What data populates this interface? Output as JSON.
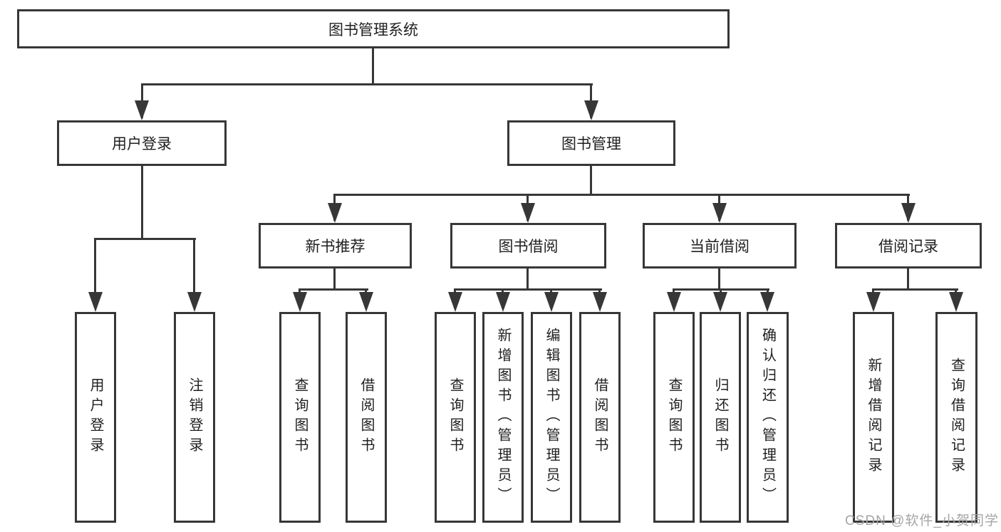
{
  "tree": {
    "root": "图书管理系统",
    "children": [
      {
        "label": "用户登录",
        "children": [
          {
            "label": "用户登录"
          },
          {
            "label": "注销登录"
          }
        ]
      },
      {
        "label": "图书管理",
        "children": [
          {
            "label": "新书推荐",
            "children": [
              {
                "label": "查询图书"
              },
              {
                "label": "借阅图书"
              }
            ]
          },
          {
            "label": "图书借阅",
            "children": [
              {
                "label": "查询图书"
              },
              {
                "label": "新增图书（管理员）"
              },
              {
                "label": "编辑图书（管理员）"
              },
              {
                "label": "借阅图书"
              }
            ]
          },
          {
            "label": "当前借阅",
            "children": [
              {
                "label": "查询图书"
              },
              {
                "label": "归还图书"
              },
              {
                "label": "确认归还（管理员）"
              }
            ]
          },
          {
            "label": "借阅记录",
            "children": [
              {
                "label": "新增借阅记录"
              },
              {
                "label": "查询借阅记录"
              }
            ]
          }
        ]
      }
    ]
  },
  "watermark": "CSDN @软件_小贺同学",
  "colors": {
    "line": "#373737",
    "box_border": "#373737",
    "text": "#1f1f1f",
    "watermark_text": "#a5a5a5",
    "background": "#ffffff"
  }
}
